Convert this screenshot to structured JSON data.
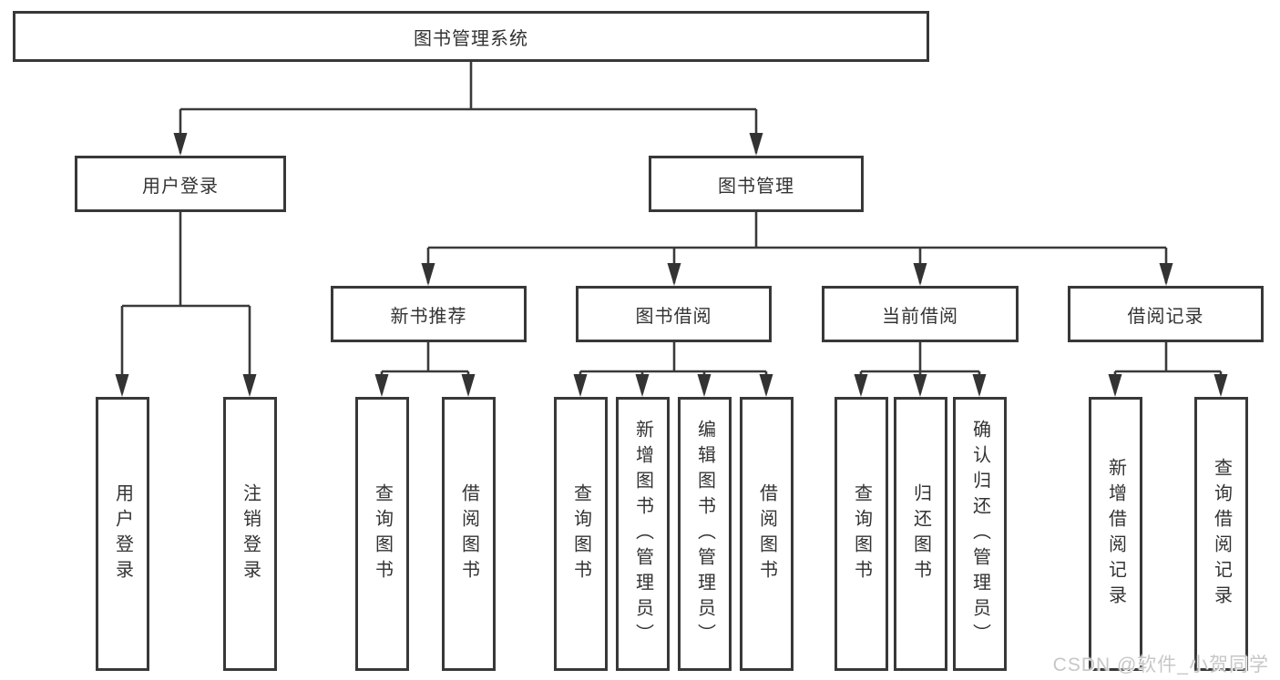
{
  "tree": {
    "root": {
      "label": "图书管理系统",
      "children": [
        {
          "label": "用户登录",
          "children": [
            {
              "label": "用户登录"
            },
            {
              "label": "注销登录"
            }
          ]
        },
        {
          "label": "图书管理",
          "children": [
            {
              "label": "新书推荐",
              "children": [
                {
                  "label": "查询图书"
                },
                {
                  "label": "借阅图书"
                }
              ]
            },
            {
              "label": "图书借阅",
              "children": [
                {
                  "label": "查询图书"
                },
                {
                  "label": "新增图书（管理员）"
                },
                {
                  "label": "编辑图书（管理员）"
                },
                {
                  "label": "借阅图书"
                }
              ]
            },
            {
              "label": "当前借阅",
              "children": [
                {
                  "label": "查询图书"
                },
                {
                  "label": "归还图书"
                },
                {
                  "label": "确认归还（管理员）"
                }
              ]
            },
            {
              "label": "借阅记录",
              "children": [
                {
                  "label": "新增借阅记录"
                },
                {
                  "label": "查询借阅记录"
                }
              ]
            }
          ]
        }
      ]
    }
  },
  "watermark": {
    "text": "CSDN @软件_小贺同学"
  },
  "colors": {
    "line": "#3a3a3a",
    "arrow": "#333333",
    "border": "#383838",
    "text": "#333333",
    "watermark": "#c7c7c7",
    "background": "#ffffff"
  }
}
